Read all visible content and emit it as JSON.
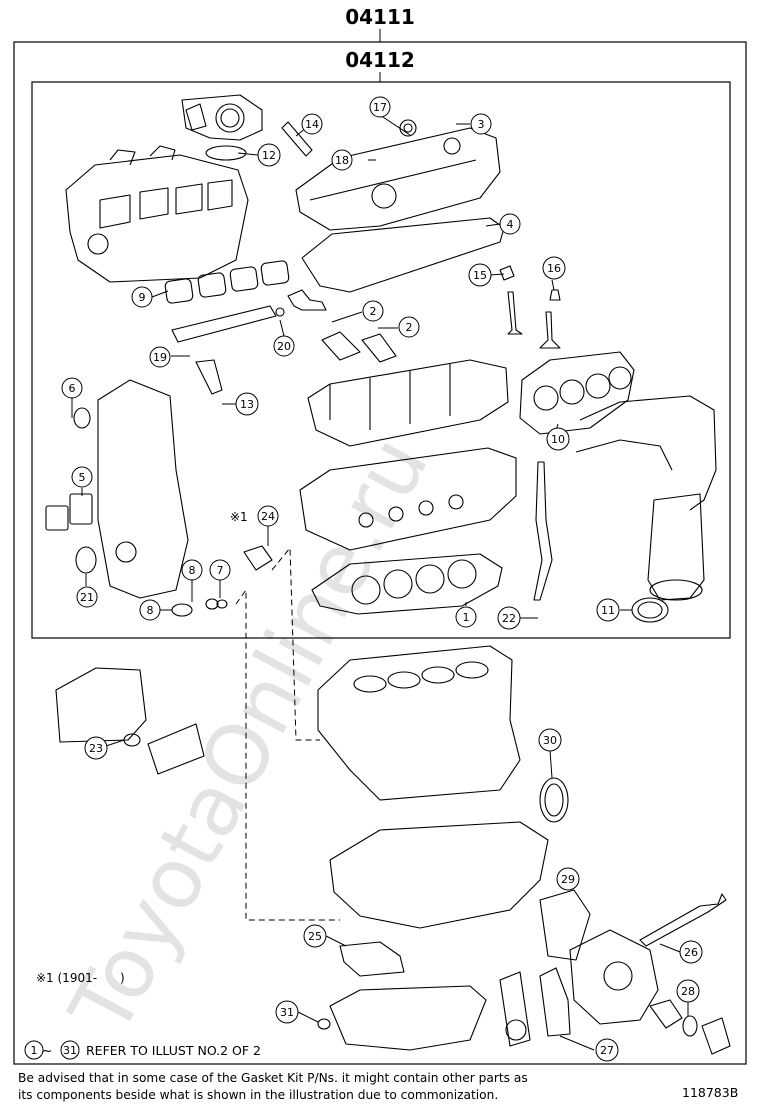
{
  "header": {
    "outer_part_number": "04111",
    "inner_part_number": "04112"
  },
  "watermark": "ToyotaOnline.ru",
  "callouts": [
    {
      "id": "c1",
      "text": "1"
    },
    {
      "id": "c2a",
      "text": "2"
    },
    {
      "id": "c2b",
      "text": "2"
    },
    {
      "id": "c3",
      "text": "3"
    },
    {
      "id": "c4",
      "text": "4"
    },
    {
      "id": "c5",
      "text": "5"
    },
    {
      "id": "c6",
      "text": "6"
    },
    {
      "id": "c7",
      "text": "7"
    },
    {
      "id": "c8a",
      "text": "8"
    },
    {
      "id": "c8b",
      "text": "8"
    },
    {
      "id": "c9",
      "text": "9"
    },
    {
      "id": "c10",
      "text": "10"
    },
    {
      "id": "c11",
      "text": "11"
    },
    {
      "id": "c12",
      "text": "12"
    },
    {
      "id": "c13",
      "text": "13"
    },
    {
      "id": "c14",
      "text": "14"
    },
    {
      "id": "c15",
      "text": "15"
    },
    {
      "id": "c16",
      "text": "16"
    },
    {
      "id": "c17",
      "text": "17"
    },
    {
      "id": "c18",
      "text": "18"
    },
    {
      "id": "c19",
      "text": "19"
    },
    {
      "id": "c20",
      "text": "20"
    },
    {
      "id": "c21",
      "text": "21"
    },
    {
      "id": "c22",
      "text": "22"
    },
    {
      "id": "c23",
      "text": "23"
    },
    {
      "id": "c24",
      "text": "24"
    },
    {
      "id": "c25",
      "text": "25"
    },
    {
      "id": "c26",
      "text": "26"
    },
    {
      "id": "c27",
      "text": "27"
    },
    {
      "id": "c28",
      "text": "28"
    },
    {
      "id": "c29",
      "text": "29"
    },
    {
      "id": "c30",
      "text": "30"
    },
    {
      "id": "c31",
      "text": "31"
    }
  ],
  "notes": {
    "mark_star_1": "※1",
    "mark_star_1_range": "※1 (1901-      )",
    "refer_from": "1",
    "refer_tilde": "~",
    "refer_to": "31",
    "refer_text": "REFER TO ILLUST NO.2 OF 2"
  },
  "disclaimer": {
    "line1": "Be advised that in some case of the Gasket Kit P/Ns.  it might contain other parts as",
    "line2": "its components beside what is shown in the illustration due to commonization."
  },
  "figure_number": "118783B"
}
